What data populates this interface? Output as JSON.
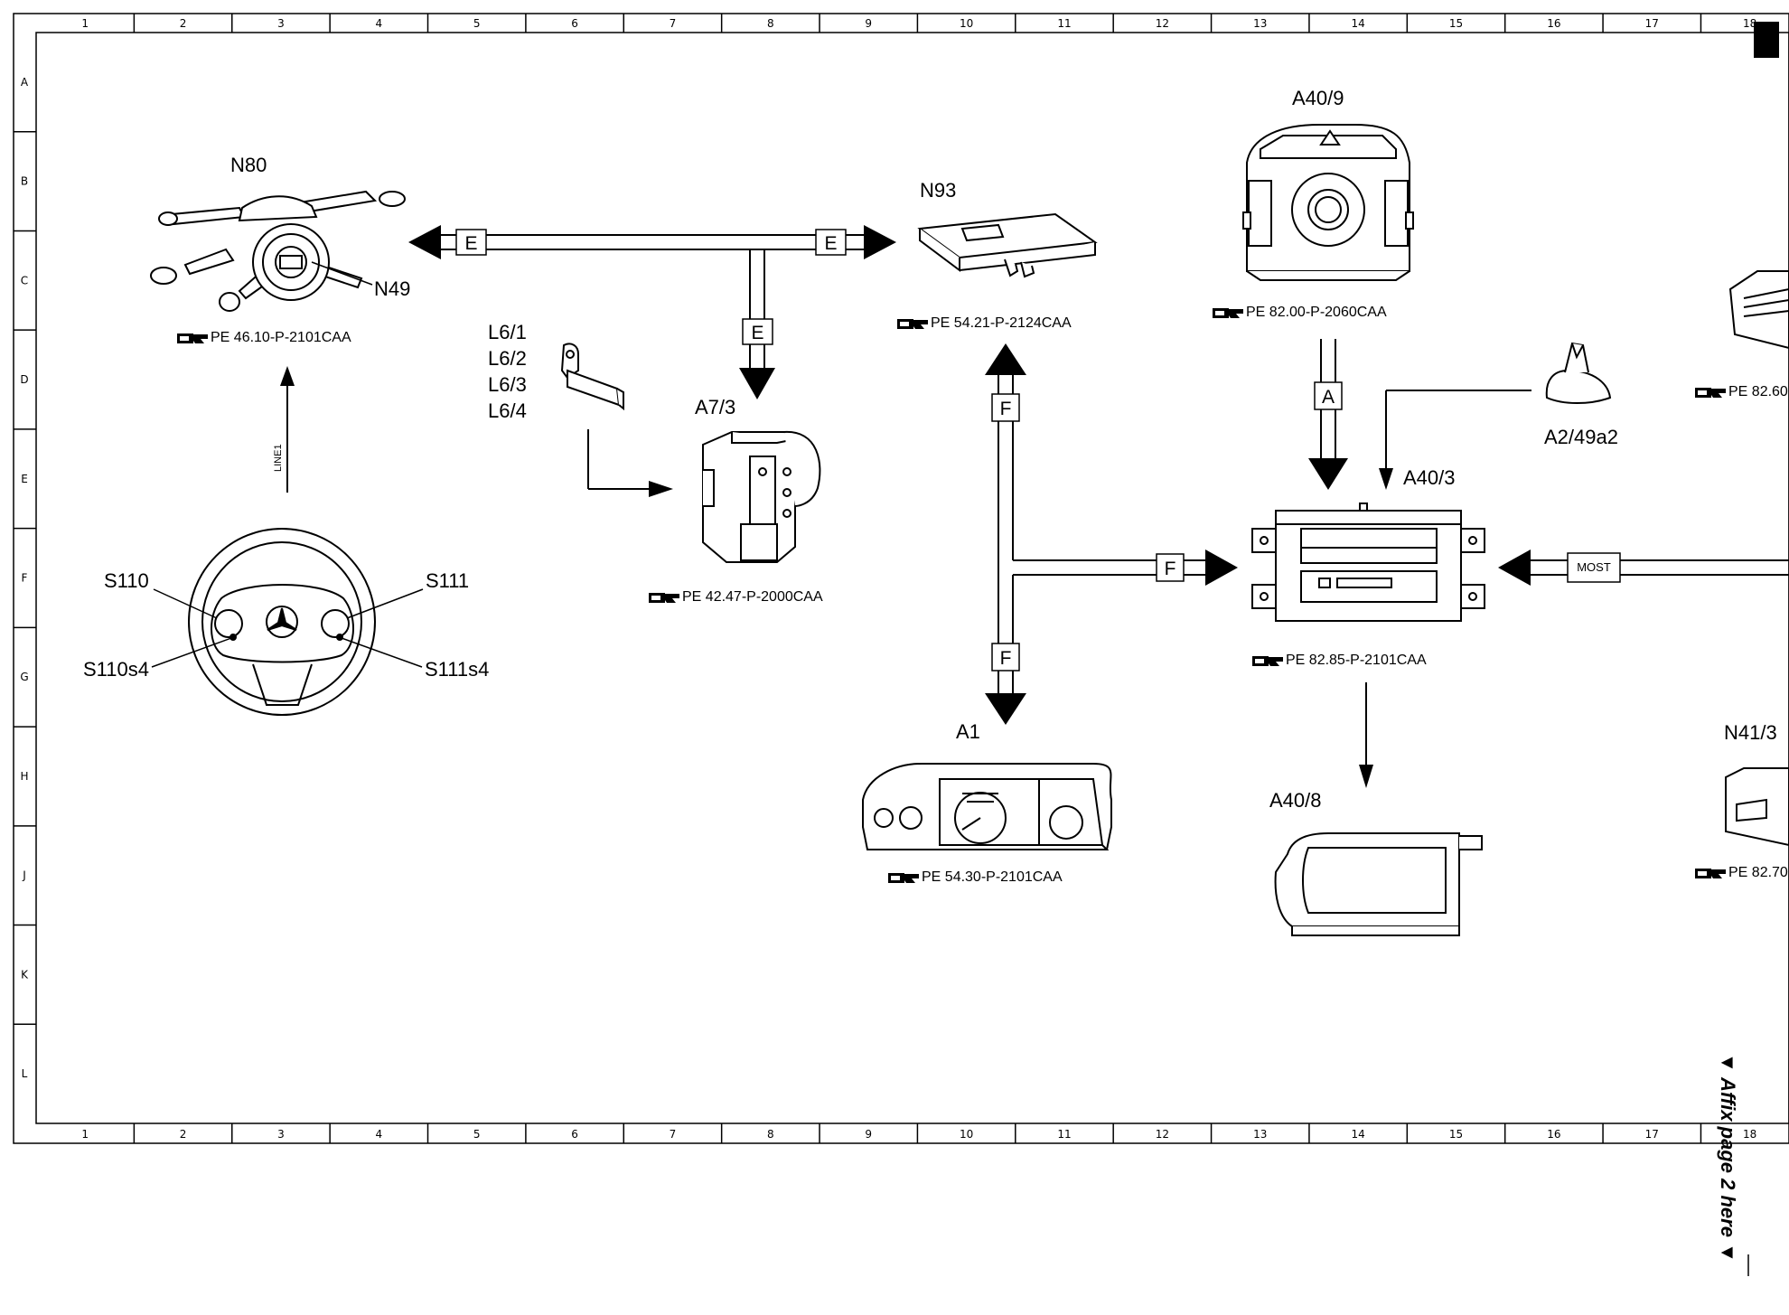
{
  "grid": {
    "columns": [
      "1",
      "2",
      "3",
      "4",
      "5",
      "6",
      "7",
      "8",
      "9",
      "10",
      "11",
      "12",
      "13",
      "14",
      "15",
      "16",
      "17",
      "18"
    ],
    "rows": [
      "A",
      "B",
      "C",
      "D",
      "E",
      "F",
      "G",
      "H",
      "J",
      "K",
      "L"
    ]
  },
  "components": {
    "n80": {
      "label": "N80",
      "ref": "PE 46.10-P-2101CAA"
    },
    "n49": {
      "label": "N49"
    },
    "line1": {
      "label": "LINE1"
    },
    "s110": {
      "label": "S110"
    },
    "s111": {
      "label": "S111"
    },
    "s110s4": {
      "label": "S110s4"
    },
    "s111s4": {
      "label": "S111s4"
    },
    "l6": {
      "labels": [
        "L6/1",
        "L6/2",
        "L6/3",
        "L6/4"
      ]
    },
    "a7_3": {
      "label": "A7/3",
      "ref": "PE 42.47-P-2000CAA"
    },
    "n93": {
      "label": "N93",
      "ref": "PE 54.21-P-2124CAA"
    },
    "a40_9": {
      "label": "A40/9",
      "ref": "PE 82.00-P-2060CAA"
    },
    "a2_49a2": {
      "label": "A2/49a2"
    },
    "a40_3": {
      "label": "A40/3",
      "ref": "PE 82.85-P-2101CAA"
    },
    "a1": {
      "label": "A1",
      "ref": "PE 54.30-P-2101CAA"
    },
    "a40_8": {
      "label": "A40/8"
    },
    "n41_3": {
      "label": "N41/3"
    },
    "right_ref_top": {
      "ref": "PE 82.60-"
    },
    "right_ref_bottom": {
      "ref": "PE 82.70-"
    }
  },
  "connectors": {
    "e": "E",
    "f": "F",
    "a": "A",
    "most": "MOST"
  },
  "affix_note": "▼ Affix page 2 here ▼"
}
